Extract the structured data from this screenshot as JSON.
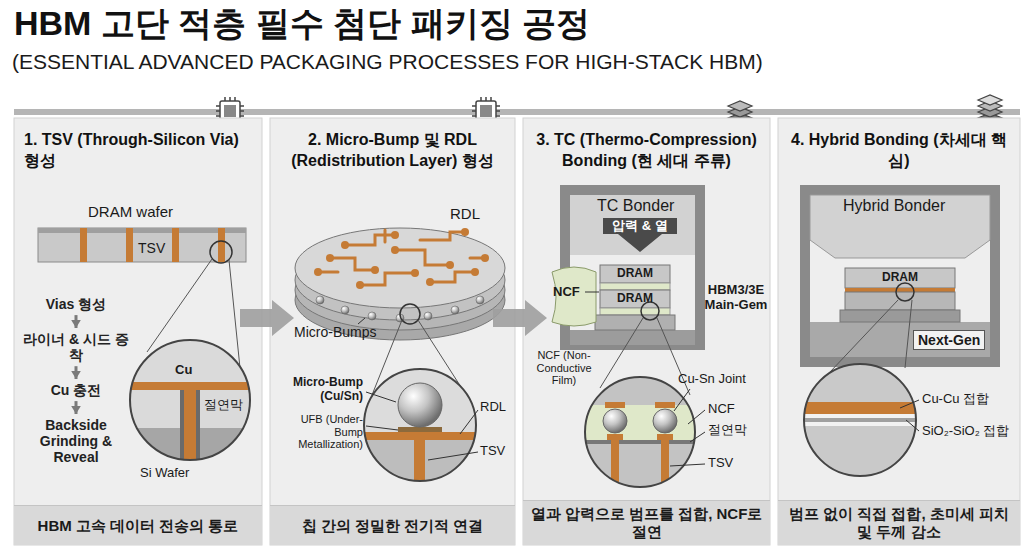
{
  "diagram": {
    "title": "HBM 고단 적층 필수 첨단 패키징 공정",
    "nodes": [
      {
        "text": [
          "1. TSV (Through-Silicon Via) 형성"
        ]
      },
      {
        "text": [
          "Vias 형성"
        ],
        "in": 0
      },
      {
        "text": [
          "라이너 & 시드 증착"
        ],
        "in": 0
      },
      {
        "text": [
          "Cu 충전"
        ],
        "in": 0
      },
      {
        "text": [
          "Backside Grinding & Reveal"
        ],
        "in": 0
      },
      {
        "text": [
          "HBM 고속 데이터 전송의 통로"
        ],
        "in": 0
      },
      {
        "text": [
          "2. Micro-Bump 및 RDL (Redistribution Layer) 형성"
        ]
      },
      {
        "text": [
          "칩 간의 정밀한 전기적 연결"
        ],
        "in": 6
      },
      {
        "text": [
          "3. TC (Thermo-Compression) Bonding (현 세대 주류)"
        ]
      },
      {
        "text": [
          "열과 압력으로 범프를 접합, NCF로 절연"
        ],
        "in": 8
      },
      {
        "text": [
          "4. Hybrid Bonding (차세대 핵심)"
        ]
      },
      {
        "text": [
          "범프 없이 직접 접합, 초미세 피치 및 두께 감소"
        ],
        "in": 10
      }
    ],
    "edges": [
      {
        "from": 1,
        "to": 2,
        "arrow": "to"
      },
      {
        "from": 2,
        "to": 3,
        "arrow": "to"
      },
      {
        "from": 3,
        "to": 4,
        "arrow": "to"
      },
      {
        "from": 0,
        "to": 6,
        "arrow": "to"
      },
      {
        "from": 6,
        "to": 8,
        "arrow": "to"
      }
    ],
    "labels": [
      "(ESSENTIAL ADVANCED PACKAGING PROCESSES FOR HIGH-STACK HBM)",
      "DRAM wafer",
      "TSV",
      "Cu",
      "절연막",
      "Si Wafer",
      "RDL",
      "Micro-Bumps",
      "Micro-Bump (Cu/Sn)",
      "UFB (Under-Bump Metallization)",
      "RDL",
      "TSV",
      "TC Bonder",
      "압력 & 열",
      "DRAM",
      "NCF",
      "DRAM",
      "NCF (Non-Conductive Film)",
      "HBM3/3E Main-Gem",
      "Cu-Sn Joint",
      "NCF",
      "절연막",
      "TSV",
      "Hybrid Bonder",
      "DRAM",
      "Next-Gen",
      "Cu-Cu 접합",
      "SiO₂-SiO₂ 접합"
    ]
  }
}
